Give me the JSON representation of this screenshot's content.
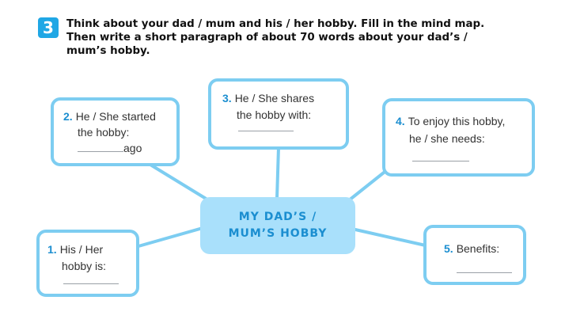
{
  "task": {
    "number": "3",
    "instruction_lines": [
      "Think about your dad / mum and his / her hobby. Fill in the mind map.",
      "Then write a short paragraph of about 70 words about your dad’s /",
      "mum’s hobby."
    ]
  },
  "mind_map": {
    "center": {
      "line1": "MY DAD’S /",
      "line2": "MUM’S HOBBY"
    },
    "boxes": [
      {
        "number": "1.",
        "line1": "His / Her",
        "line2": "hobby is:"
      },
      {
        "number": "2.",
        "line1": "He / She started",
        "line2": "the hobby:",
        "suffix": "ago"
      },
      {
        "number": "3.",
        "line1": "He / She shares",
        "line2": "the hobby with:"
      },
      {
        "number": "4.",
        "line1": "To enjoy this hobby,",
        "line2": "he / she needs:"
      },
      {
        "number": "5.",
        "line1": "Benefits:"
      }
    ]
  },
  "colors": {
    "accent": "#20a7e5",
    "box_border": "#7dcdf1",
    "center_fill": "#a9e0fb",
    "number_text": "#1b8ed0"
  }
}
